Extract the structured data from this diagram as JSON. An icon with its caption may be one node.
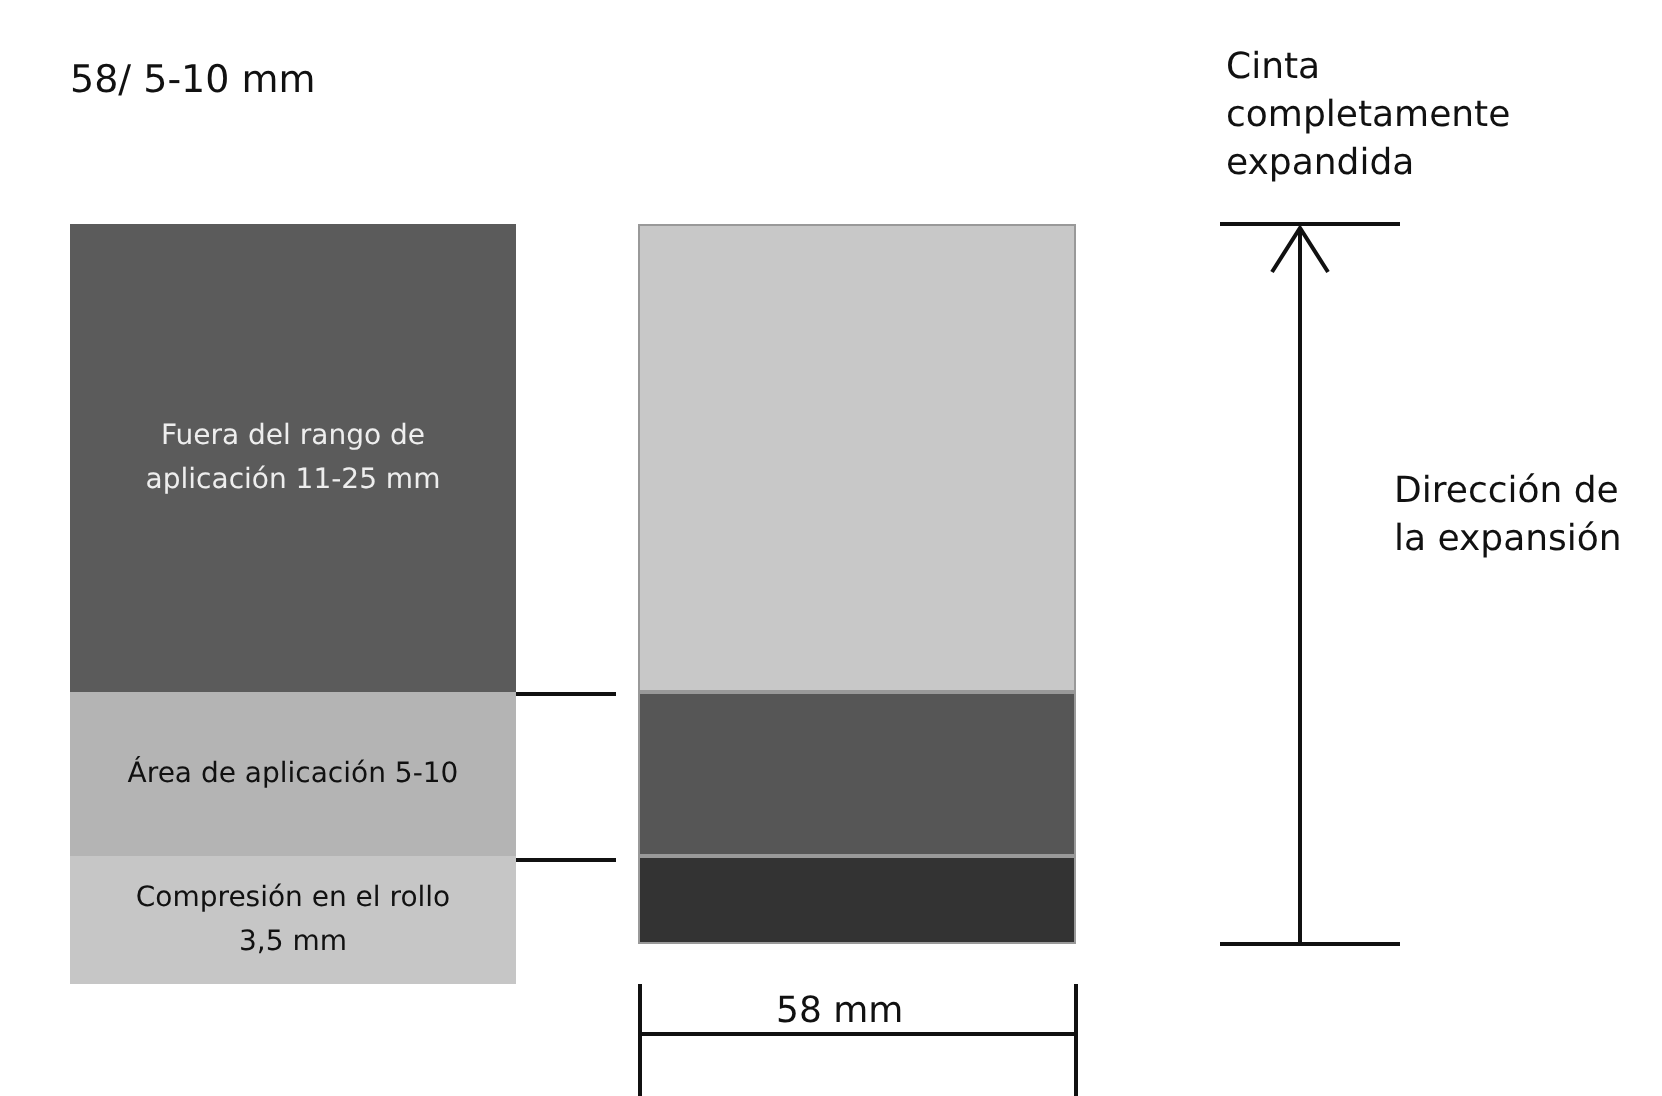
{
  "diagram": {
    "title": "58/ 5-10 mm",
    "nodes": [
      {
        "text": [
          "Fuera del rango de aplicación 11-25 mm"
        ]
      },
      {
        "text": [
          "Área de aplicación 5-10"
        ]
      },
      {
        "text": [
          "Compresión en el rollo 3,5 mm"
        ]
      },
      {
        "text": [],
        "shape": "box"
      },
      {
        "text": [],
        "shape": "box"
      },
      {
        "text": [],
        "shape": "box"
      }
    ],
    "labels": [
      "Cinta completamente expandida",
      "Dirección de la expansión",
      "58 mm"
    ]
  }
}
